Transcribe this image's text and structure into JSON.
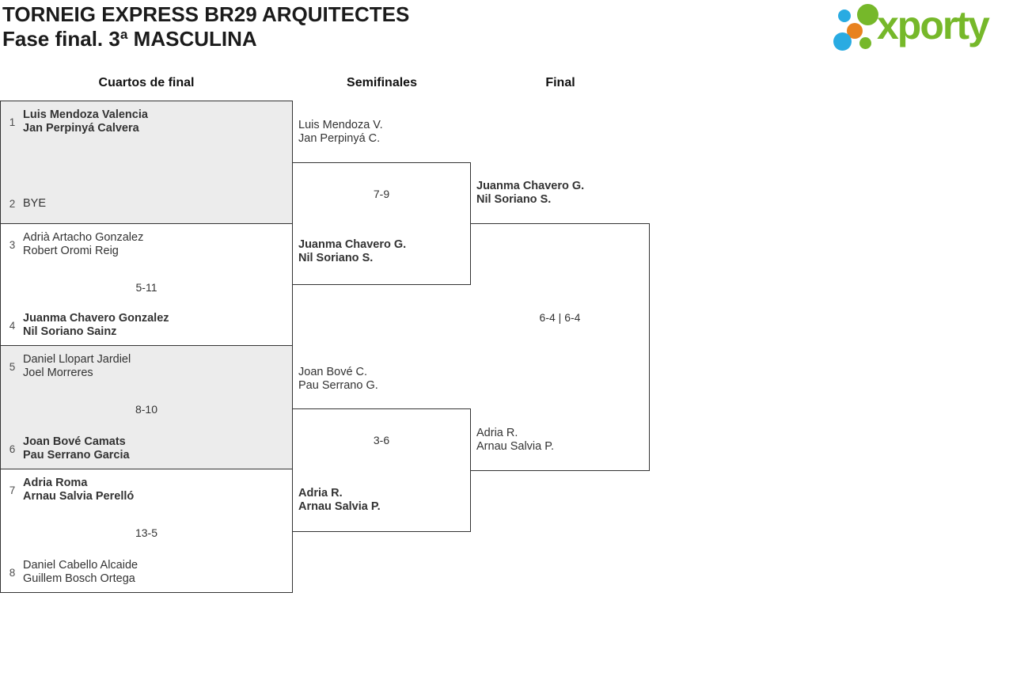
{
  "header": {
    "title_line1": "TORNEIG EXPRESS BR29 ARQUITECTES",
    "title_line2": "Fase final. 3ª MASCULINA"
  },
  "logo": {
    "text": "xporty",
    "green": "#76b82a",
    "blue": "#29abe2",
    "orange": "#e8821e"
  },
  "columns": [
    "Cuartos de final",
    "Semifinales",
    "Final"
  ],
  "bracket": {
    "quarterfinals": [
      {
        "seed_top": "1",
        "team_top": [
          "Luis Mendoza Valencia",
          "Jan Perpinyá Calvera"
        ],
        "top_winner": true,
        "score": "",
        "seed_bottom": "2",
        "team_bottom": [
          "BYE"
        ],
        "bottom_winner": false
      },
      {
        "seed_top": "3",
        "team_top": [
          "Adrià Artacho Gonzalez",
          "Robert Oromi Reig"
        ],
        "top_winner": false,
        "score": "5-11",
        "seed_bottom": "4",
        "team_bottom": [
          "Juanma Chavero Gonzalez",
          "Nil Soriano Sainz"
        ],
        "bottom_winner": true
      },
      {
        "seed_top": "5",
        "team_top": [
          "Daniel Llopart Jardiel",
          "Joel Morreres"
        ],
        "top_winner": false,
        "score": "8-10",
        "seed_bottom": "6",
        "team_bottom": [
          "Joan Bové Camats",
          "Pau Serrano Garcia"
        ],
        "bottom_winner": true
      },
      {
        "seed_top": "7",
        "team_top": [
          "Adria Roma",
          "Arnau Salvia Perelló"
        ],
        "top_winner": true,
        "score": "13-5",
        "seed_bottom": "8",
        "team_bottom": [
          "Daniel Cabello Alcaide",
          "Guillem Bosch Ortega"
        ],
        "bottom_winner": false
      }
    ],
    "semifinals": [
      {
        "team_top": [
          "Luis Mendoza V.",
          "Jan Perpinyá C."
        ],
        "top_winner": false,
        "score": "7-9",
        "team_bottom": [
          "Juanma Chavero G.",
          "Nil Soriano S."
        ],
        "bottom_winner": true
      },
      {
        "team_top": [
          "Joan Bové C.",
          "Pau Serrano G."
        ],
        "top_winner": false,
        "score": "3-6",
        "team_bottom": [
          "Adria R.",
          "Arnau Salvia P."
        ],
        "bottom_winner": true
      }
    ],
    "final": {
      "team_top": [
        "Juanma Chavero G.",
        "Nil Soriano S."
      ],
      "top_winner": true,
      "score": "6-4 | 6-4",
      "team_bottom": [
        "Adria R.",
        "Arnau Salvia P."
      ],
      "bottom_winner": false
    }
  },
  "colors": {
    "box_shade": "#ececec",
    "line": "#333333",
    "text": "#333333",
    "seed": "#4d4d4d"
  }
}
